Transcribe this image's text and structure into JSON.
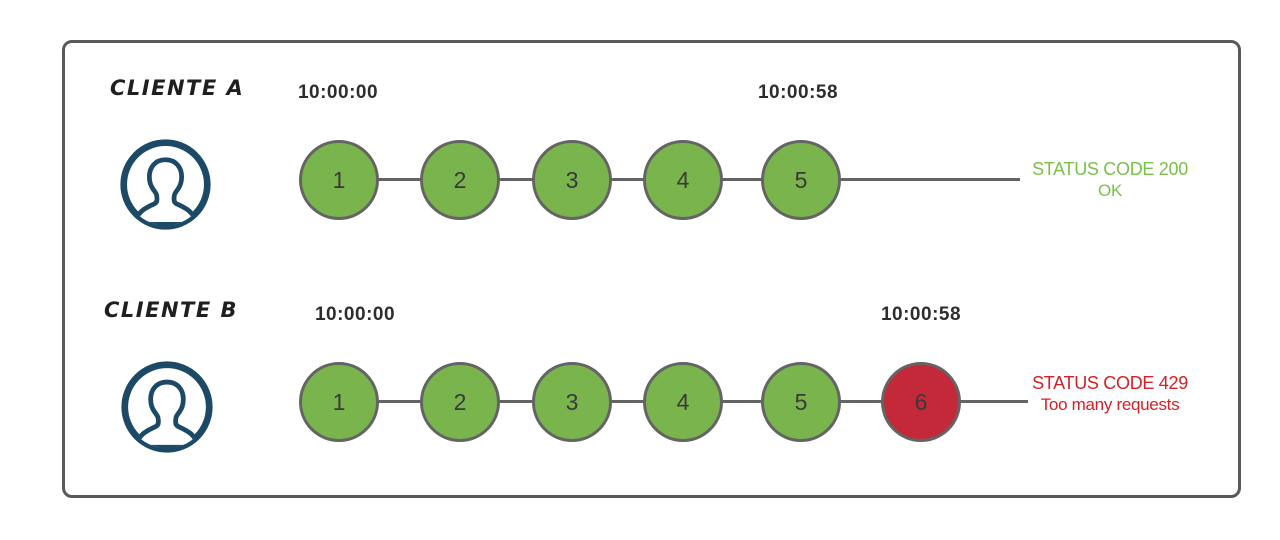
{
  "colors": {
    "success_green": "#7ab44c",
    "error_red": "#c32939",
    "status_green_text": "#7abf4b",
    "status_red_text": "#d12227",
    "node_stroke": "#646464",
    "frame_border": "#595959",
    "avatar_navy": "#1c4a66",
    "text_dark": "#2d2d2d"
  },
  "rows": [
    {
      "client_label": "CLIENTE A",
      "start_time": "10:00:00",
      "end_time": "10:00:58",
      "requests": [
        "1",
        "2",
        "3",
        "4",
        "5"
      ],
      "status_line1": "STATUS CODE 200",
      "status_line2": "OK"
    },
    {
      "client_label": "CLIENTE B",
      "start_time": "10:00:00",
      "end_time": "10:00:58",
      "requests": [
        "1",
        "2",
        "3",
        "4",
        "5",
        "6"
      ],
      "status_line1": "STATUS CODE 429",
      "status_line2": "Too many requests"
    }
  ]
}
